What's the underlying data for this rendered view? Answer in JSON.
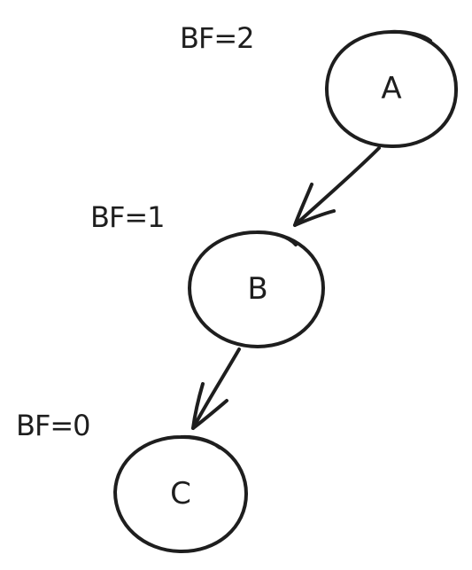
{
  "diagram": {
    "nodes": [
      {
        "id": "A",
        "label": "A",
        "balance_factor": "BF=2"
      },
      {
        "id": "B",
        "label": "B",
        "balance_factor": "BF=1"
      },
      {
        "id": "C",
        "label": "C",
        "balance_factor": "BF=0"
      }
    ],
    "edges": [
      {
        "from": "A",
        "to": "B"
      },
      {
        "from": "B",
        "to": "C"
      }
    ],
    "stroke_color": "#1e1e1e",
    "background_color": "#ffffff"
  }
}
